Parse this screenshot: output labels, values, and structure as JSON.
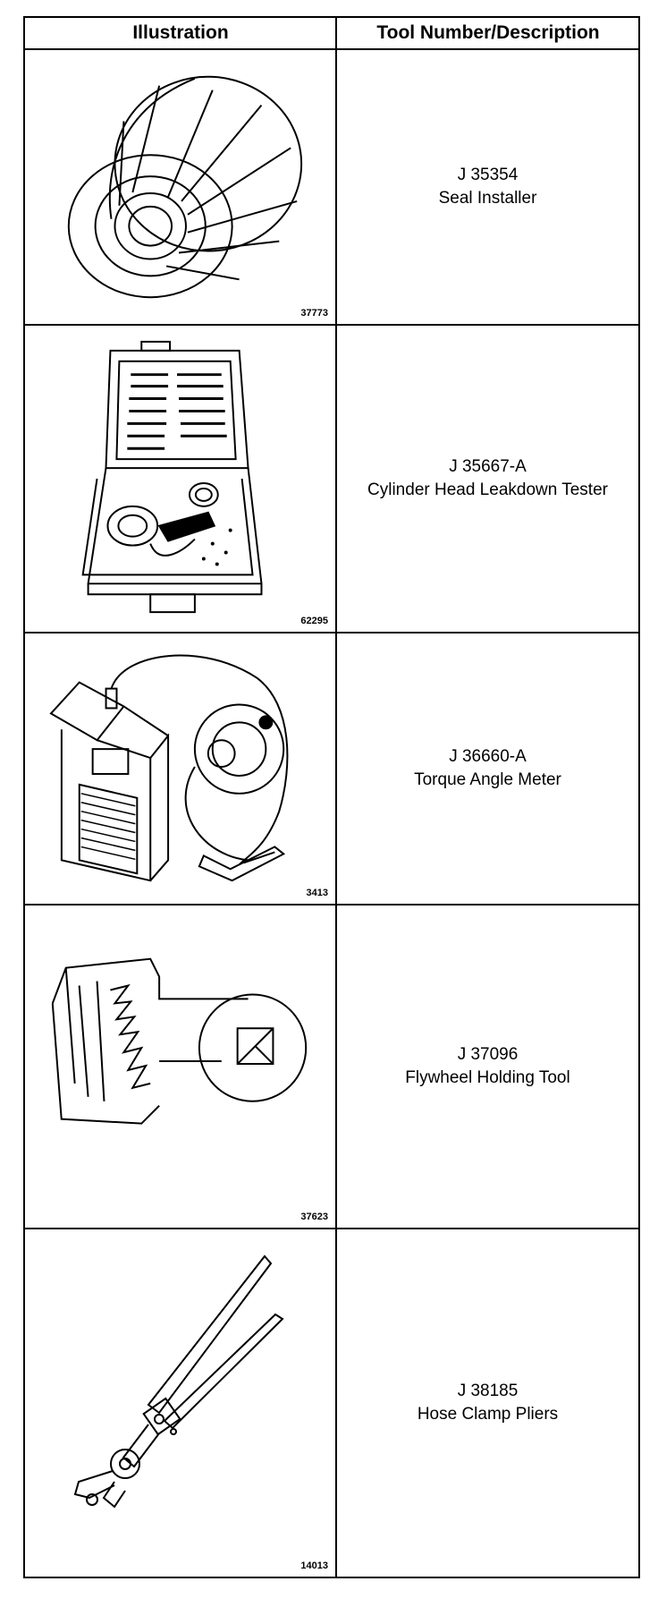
{
  "table": {
    "header": {
      "illustration": "Illustration",
      "tool": "Tool Number/Description"
    },
    "rows": [
      {
        "figure": "37773",
        "number": "J 35354",
        "name": "Seal Installer"
      },
      {
        "figure": "62295",
        "number": "J 35667-A",
        "name": "Cylinder Head Leakdown Tester"
      },
      {
        "figure": "3413",
        "number": "J 36660-A",
        "name": "Torque Angle Meter"
      },
      {
        "figure": "37623",
        "number": "J 37096",
        "name": "Flywheel Holding Tool"
      },
      {
        "figure": "14013",
        "number": "J 38185",
        "name": "Hose Clamp Pliers"
      }
    ]
  }
}
